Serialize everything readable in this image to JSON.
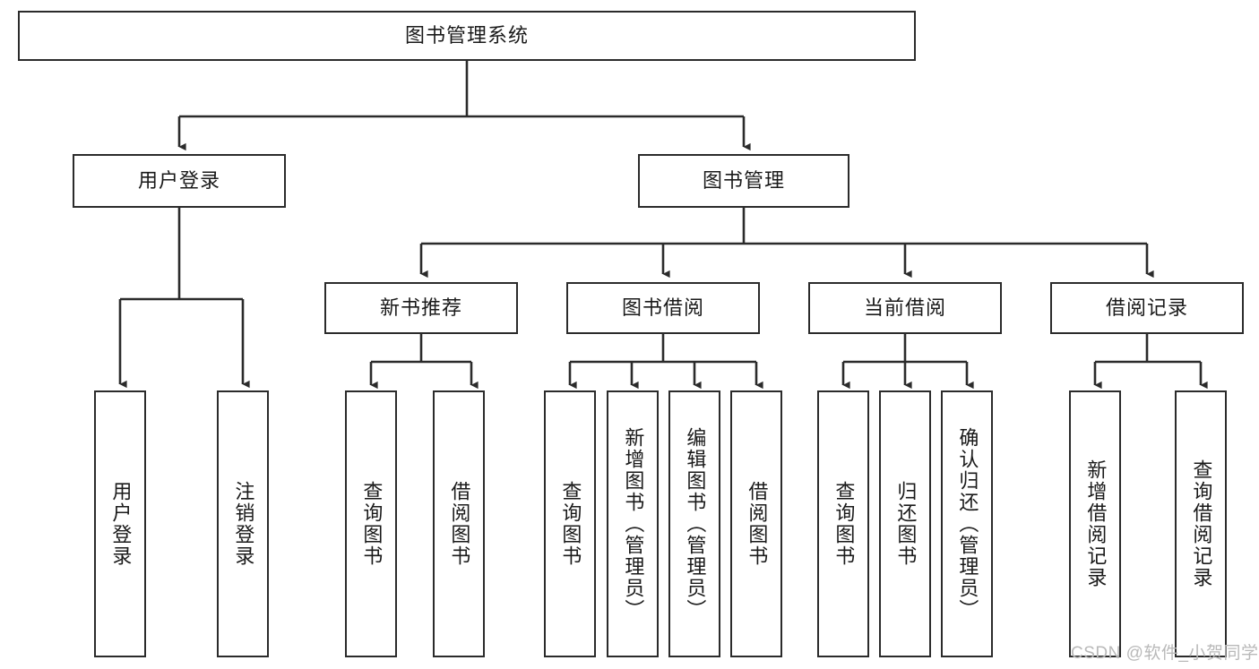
{
  "diagram": {
    "title": "图书管理系统",
    "type": "function-structure-tree",
    "root": {
      "label": "图书管理系统"
    },
    "level1": [
      {
        "label": "用户登录"
      },
      {
        "label": "图书管理"
      }
    ],
    "level2": [
      {
        "label": "新书推荐",
        "parent": "图书管理"
      },
      {
        "label": "图书借阅",
        "parent": "图书管理"
      },
      {
        "label": "当前借阅",
        "parent": "图书管理"
      },
      {
        "label": "借阅记录",
        "parent": "图书管理"
      }
    ],
    "leaves": {
      "user_login": [
        {
          "label": "用户登录"
        },
        {
          "label": "注销登录"
        }
      ],
      "new_book_recommend": [
        {
          "label": "查询图书"
        },
        {
          "label": "借阅图书"
        }
      ],
      "book_borrow": [
        {
          "label": "查询图书"
        },
        {
          "label": "新增图书（管理员）"
        },
        {
          "label": "编辑图书（管理员）"
        },
        {
          "label": "借阅图书"
        }
      ],
      "current_borrow": [
        {
          "label": "查询图书"
        },
        {
          "label": "归还图书"
        },
        {
          "label": "确认归还（管理员）"
        }
      ],
      "borrow_record": [
        {
          "label": "新增借阅记录"
        },
        {
          "label": "查询借阅记录"
        }
      ]
    }
  },
  "watermark": {
    "text": "CSDN @软件_小贺同学"
  },
  "colors": {
    "stroke": "#2b2b2b",
    "fill": "#ffffff",
    "text": "#1a1a1a",
    "watermark": "#b9b9b9"
  }
}
